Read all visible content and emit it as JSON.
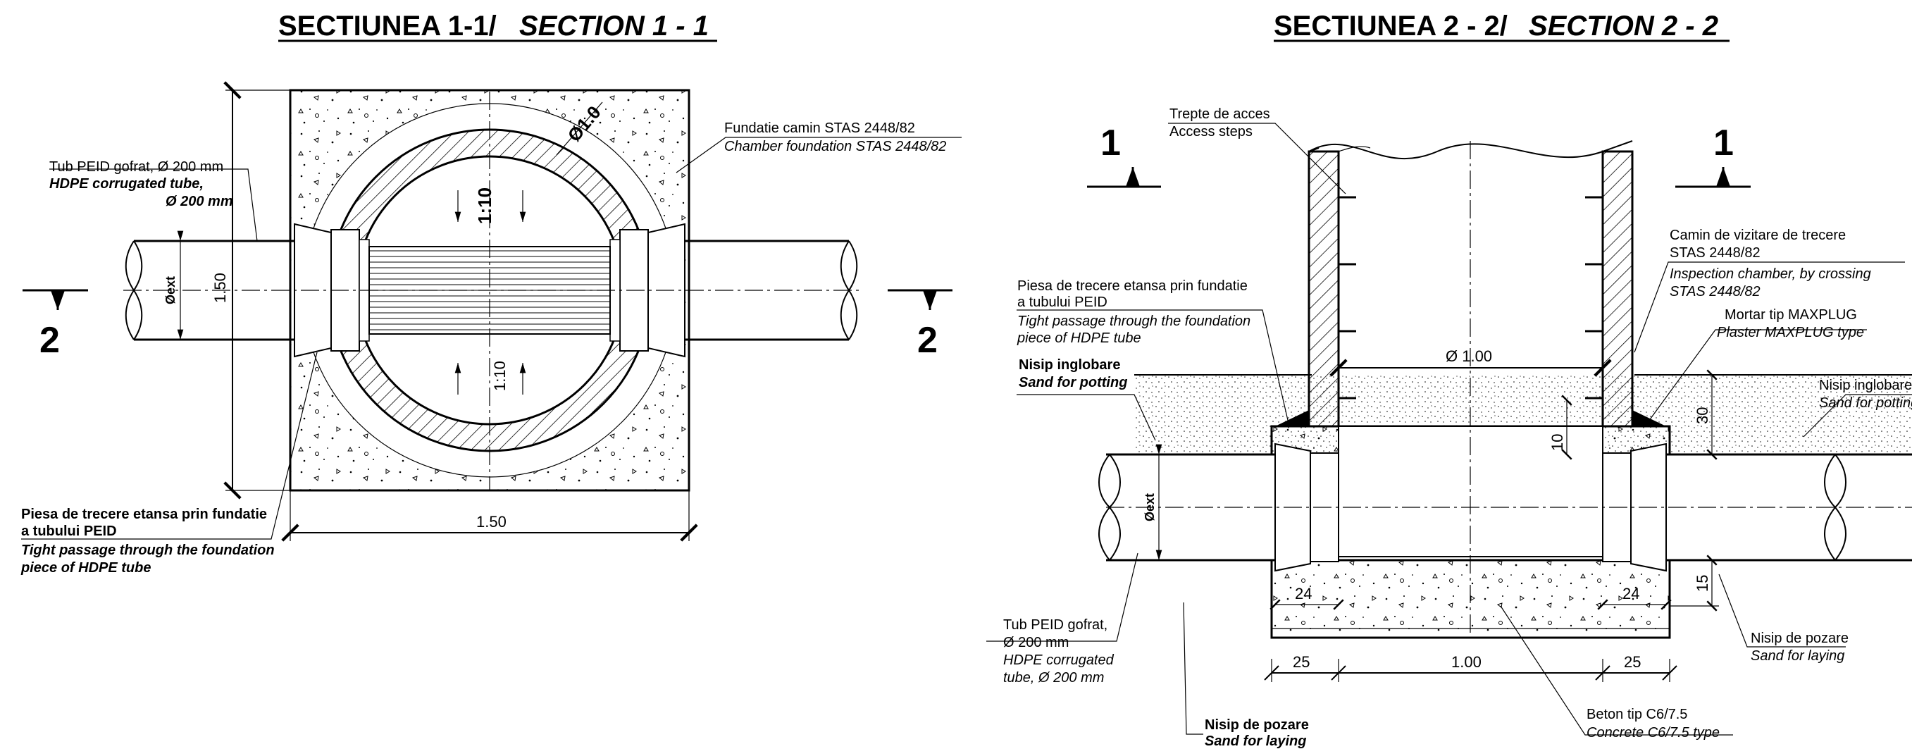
{
  "section1": {
    "title_ro": "SECTIUNEA 1-1/",
    "title_en": "SECTION 1 - 1",
    "labels": {
      "tube_ro": "Tub PEID gofrat, Ø 200 mm",
      "tube_en1": "HDPE corrugated tube,",
      "tube_en2": "Ø 200 mm",
      "foundation_ro": "Fundatie camin STAS 2448/82",
      "foundation_en": "Chamber foundation STAS 2448/82",
      "piece_ro1": "Piesa de trecere etansa prin fundatie",
      "piece_ro2": "a tubului PEID",
      "piece_en1": "Tight passage through the foundation",
      "piece_en2": "piece of HDPE tube"
    },
    "dims": {
      "diameter": "Ø1.0",
      "slope_top": "1:10",
      "slope_bottom": "1:10",
      "height": "1.50",
      "width": "1.50",
      "dext": "Øext"
    },
    "section_tags": {
      "left": "2",
      "right": "2"
    }
  },
  "section2": {
    "title_ro": "SECTIUNEA 2 - 2/",
    "title_en": "SECTION 2 - 2",
    "labels": {
      "steps_ro": "Trepte de acces",
      "steps_en": "Access steps",
      "piece_ro1": "Piesa de trecere etansa prin fundatie",
      "piece_ro2": "a tubului PEID",
      "piece_en1": "Tight passage through the foundation",
      "piece_en2": "piece of HDPE tube",
      "sand_pot_ro_left": "Nisip inglobare",
      "sand_pot_en_left": "Sand for potting",
      "chamber_ro1": "Camin de vizitare de trecere",
      "chamber_ro2": "STAS 2448/82",
      "chamber_en1": "Inspection chamber, by crossing",
      "chamber_en2": "STAS 2448/82",
      "mortar_ro": "Mortar tip MAXPLUG",
      "mortar_en": "Plaster MAXPLUG type",
      "sand_pot_ro_right": "Nisip inglobare",
      "sand_pot_en_right": "Sand for potting",
      "tube_ro1": "Tub PEID gofrat,",
      "tube_ro2": "Ø 200 mm",
      "tube_en1": "HDPE corrugated",
      "tube_en2": "tube, Ø 200 mm",
      "sand_lay_ro_right": "Nisip de pozare",
      "sand_lay_en_right": "Sand for laying",
      "sand_lay_ro_bottom": "Nisip de pozare",
      "sand_lay_en_bottom": "Sand for laying",
      "concrete_ro": "Beton tip C6/7.5",
      "concrete_en": "Concrete C6/7.5 type"
    },
    "dims": {
      "inner_diameter": "Ø 1.00",
      "d10": "10",
      "d30": "30",
      "d15": "15",
      "d24_left": "24",
      "d24_right": "24",
      "d25_left": "25",
      "d100": "1.00",
      "d25_right": "25",
      "dext": "Øext"
    },
    "section_tags": {
      "left": "1",
      "right": "1"
    }
  }
}
